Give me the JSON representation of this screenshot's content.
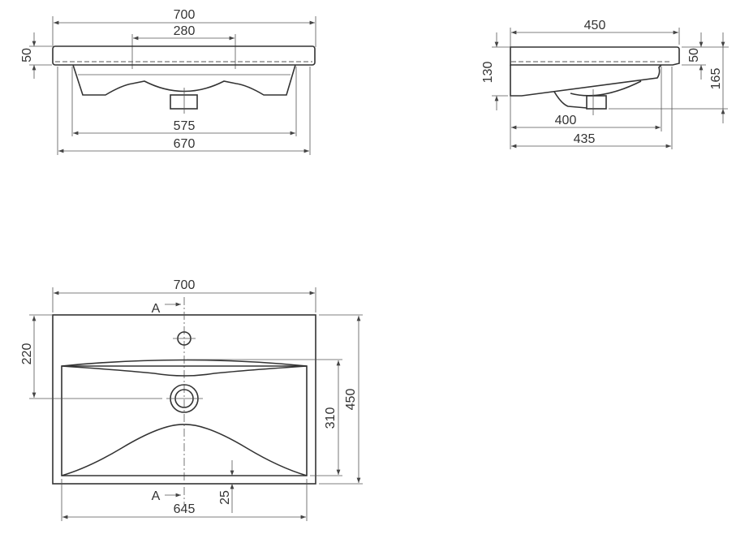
{
  "front_view": {
    "overall_width": "700",
    "tap_spacing": "280",
    "slab_thickness": "50",
    "bowl_inner_width": "575",
    "bowl_outer_width": "670"
  },
  "side_view": {
    "depth": "450",
    "body_height": "130",
    "slab_thickness": "50",
    "total_height": "165",
    "bowl_depth_inner": "400",
    "bowl_depth_outer": "435"
  },
  "top_view": {
    "overall_width": "700",
    "drain_offset": "220",
    "basin_depth": "310",
    "overall_depth": "450",
    "basin_width": "645",
    "front_rim": "25",
    "section_marker": "A"
  }
}
